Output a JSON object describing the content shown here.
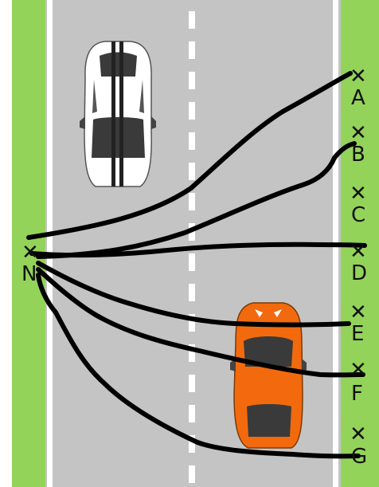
{
  "colors": {
    "grass": "#93d35a",
    "road": "#c4c4c4",
    "edge_line": "#ffffff",
    "center_dash": "#ffffff",
    "path_stroke": "#000000",
    "car_white": "#ffffff",
    "car_orange": "#f26a0d"
  },
  "start": {
    "marker": "✕",
    "label": "N"
  },
  "targets": [
    {
      "marker": "✕",
      "label": "A"
    },
    {
      "marker": "✕",
      "label": "B"
    },
    {
      "marker": "✕",
      "label": "C"
    },
    {
      "marker": "✕",
      "label": "D"
    },
    {
      "marker": "✕",
      "label": "E"
    },
    {
      "marker": "✕",
      "label": "F"
    },
    {
      "marker": "✕",
      "label": "G"
    }
  ],
  "cars": [
    {
      "name": "white-sports-car",
      "color": "white"
    },
    {
      "name": "orange-sports-car",
      "color": "orange"
    }
  ],
  "paths": [
    "N-A",
    "N-B",
    "N-D",
    "N-E",
    "N-F",
    "N-G"
  ]
}
